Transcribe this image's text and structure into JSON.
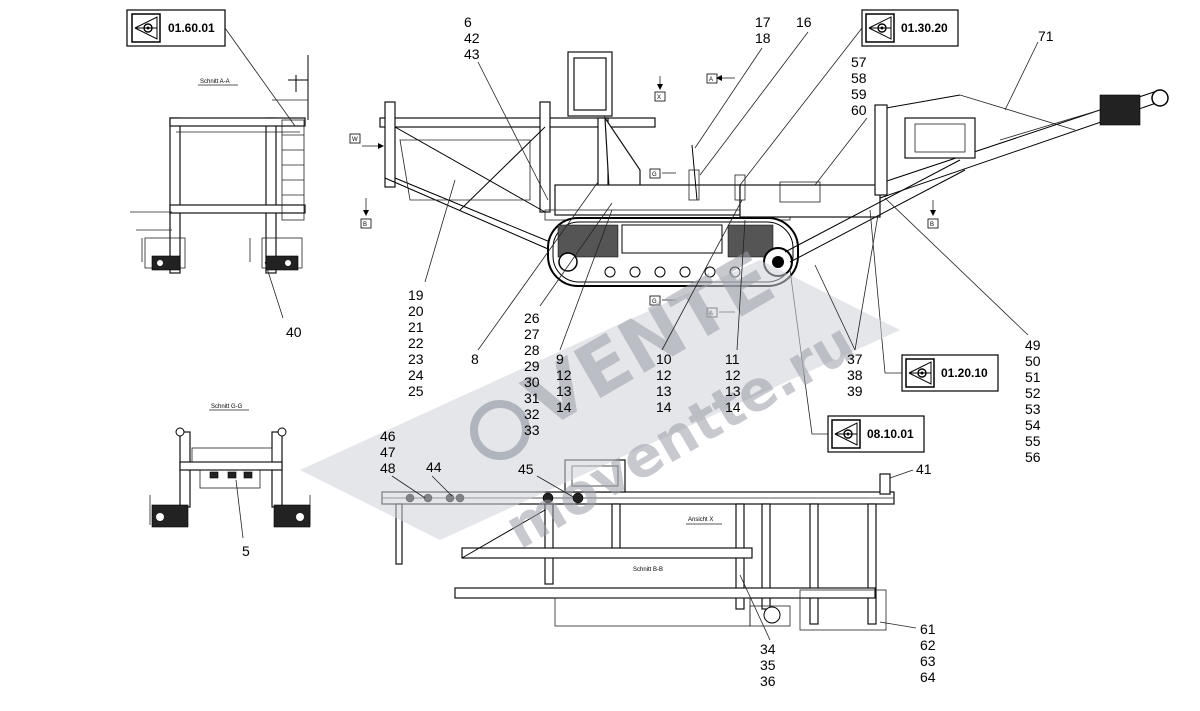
{
  "references": [
    {
      "code": "01.60.01",
      "icon": "eye-icon"
    },
    {
      "code": "01.30.20",
      "icon": "eye-icon"
    },
    {
      "code": "01.20.10",
      "icon": "eye-icon"
    },
    {
      "code": "08.10.01",
      "icon": "eye-icon"
    }
  ],
  "section_labels": {
    "schnitt_aa": "Schnitt A-A",
    "schnitt_gg": "Schnitt G-G",
    "schnitt_bb": "Schnitt B-B",
    "ansicht_x": "Ansicht X"
  },
  "view_markers": {
    "w": "W",
    "x": "X",
    "a": "A",
    "g": "G",
    "b": "B"
  },
  "part_callouts": {
    "c6": [
      "6",
      "42",
      "43"
    ],
    "c17": [
      "17",
      "18"
    ],
    "c16": [
      "16"
    ],
    "c57": [
      "57",
      "58",
      "59",
      "60"
    ],
    "c71": [
      "71"
    ],
    "c19": [
      "19",
      "20",
      "21",
      "22",
      "23",
      "24",
      "25"
    ],
    "c40": [
      "40"
    ],
    "c8": [
      "8"
    ],
    "c26": [
      "26",
      "27",
      "28",
      "29",
      "30",
      "31",
      "32",
      "33"
    ],
    "c9": [
      "9",
      "12",
      "13",
      "14"
    ],
    "c10": [
      "10",
      "12",
      "13",
      "14"
    ],
    "c11": [
      "11",
      "12",
      "13",
      "14"
    ],
    "c37": [
      "37",
      "38",
      "39"
    ],
    "c49": [
      "49",
      "50",
      "51",
      "52",
      "53",
      "54",
      "55",
      "56"
    ],
    "c46": [
      "46",
      "47",
      "48"
    ],
    "c44": [
      "44"
    ],
    "c45": [
      "45"
    ],
    "c41": [
      "41"
    ],
    "c5": [
      "5"
    ],
    "c34": [
      "34",
      "35",
      "36"
    ],
    "c61": [
      "61",
      "62",
      "63",
      "64"
    ]
  },
  "watermark": {
    "brand": "VENTE",
    "site": "moventte.ru",
    "color": "#9a9ea8"
  }
}
